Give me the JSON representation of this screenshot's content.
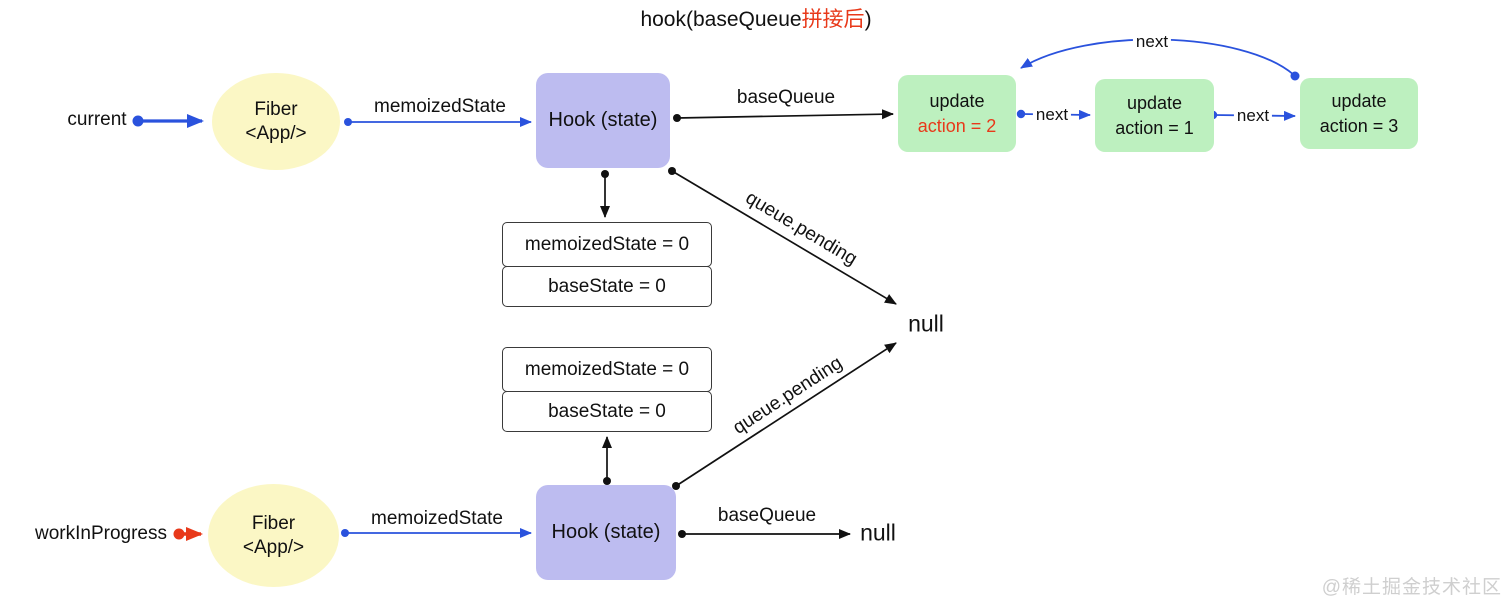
{
  "title": {
    "prefix": "hook(baseQueue",
    "highlight": "拼接后",
    "suffix": ")"
  },
  "labels": {
    "current": "current",
    "work_in_progress": "workInProgress",
    "memoized_state_top": "memoizedState",
    "memoized_state_bottom": "memoizedState",
    "base_queue_top": "baseQueue",
    "base_queue_bottom": "baseQueue",
    "next_1": "next",
    "next_2": "next",
    "next_loop": "next",
    "queue_pending_top": "queue.pending",
    "queue_pending_bottom": "queue.pending",
    "null_pending": "null",
    "null_base_queue": "null"
  },
  "nodes": {
    "fiber_current": {
      "line1": "Fiber",
      "line2": "<App/>"
    },
    "fiber_wip": {
      "line1": "Fiber",
      "line2": "<App/>"
    },
    "hook_current": {
      "label": "Hook (state)"
    },
    "hook_wip": {
      "label": "Hook (state)"
    },
    "updates": [
      {
        "line1": "update",
        "line2": "action = 2"
      },
      {
        "line1": "update",
        "line2": "action = 1"
      },
      {
        "line1": "update",
        "line2": "action = 3"
      }
    ],
    "state_fields_current": [
      {
        "text": "memoizedState = 0"
      },
      {
        "text": "baseState = 0"
      }
    ],
    "state_fields_wip": [
      {
        "text": "memoizedState = 0"
      },
      {
        "text": "baseState = 0"
      }
    ]
  },
  "watermark": "@稀土掘金技术社区",
  "colors": {
    "fiber_fill": "#FBF7C5",
    "hook_fill": "#BDBCF0",
    "update_fill": "#BDF0BF",
    "arrow_blue": "#2A52DD",
    "arrow_black": "#111111",
    "highlight_red": "#E8391A",
    "watermark_gray": "#CFCFCF"
  }
}
